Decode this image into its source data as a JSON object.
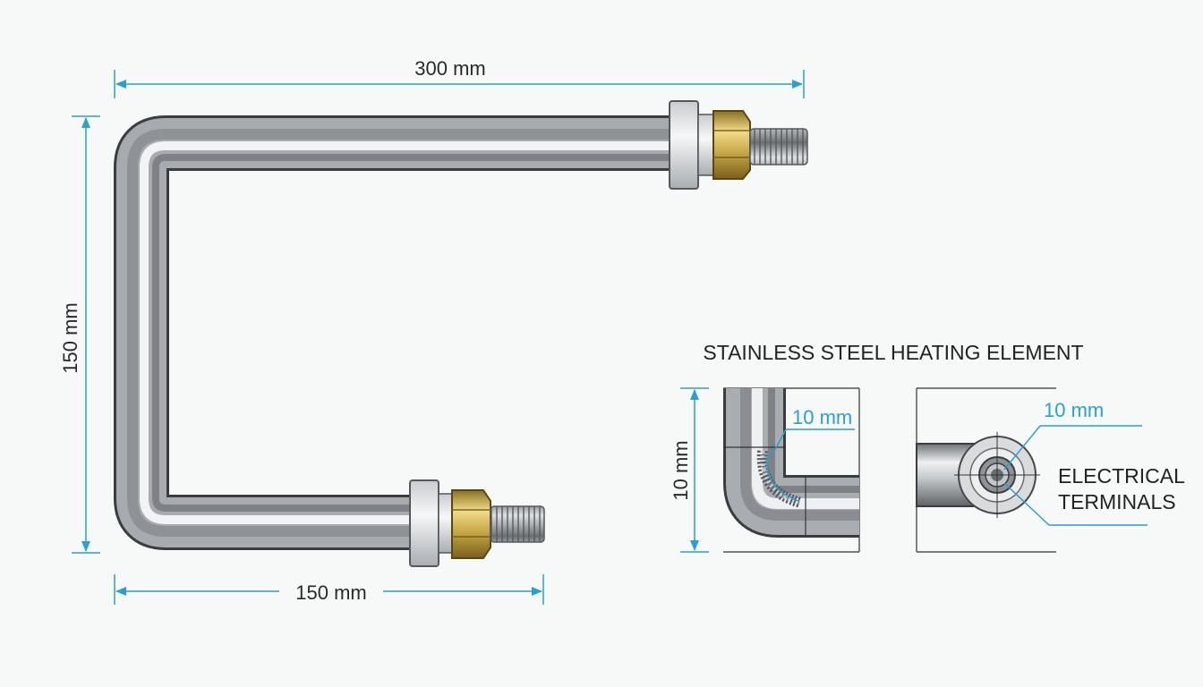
{
  "colors": {
    "dimension_line": "#2aa0d0",
    "frame_line": "#333333",
    "steel": "#b9bcbf",
    "brass": "#c9a94a"
  },
  "main_view": {
    "dim_top": "300 mm",
    "dim_left": "150 mm",
    "dim_bottom": "150 mm"
  },
  "detail": {
    "title": "STAINLESS STEEL HEATING ELEMENT",
    "bend_dim_side": "10 mm",
    "bend_dim_leader": "10 mm",
    "terminal_dim_leader": "10 mm",
    "terminal_label_line1": "ELECTRICAL",
    "terminal_label_line2": "TERMINALS"
  }
}
